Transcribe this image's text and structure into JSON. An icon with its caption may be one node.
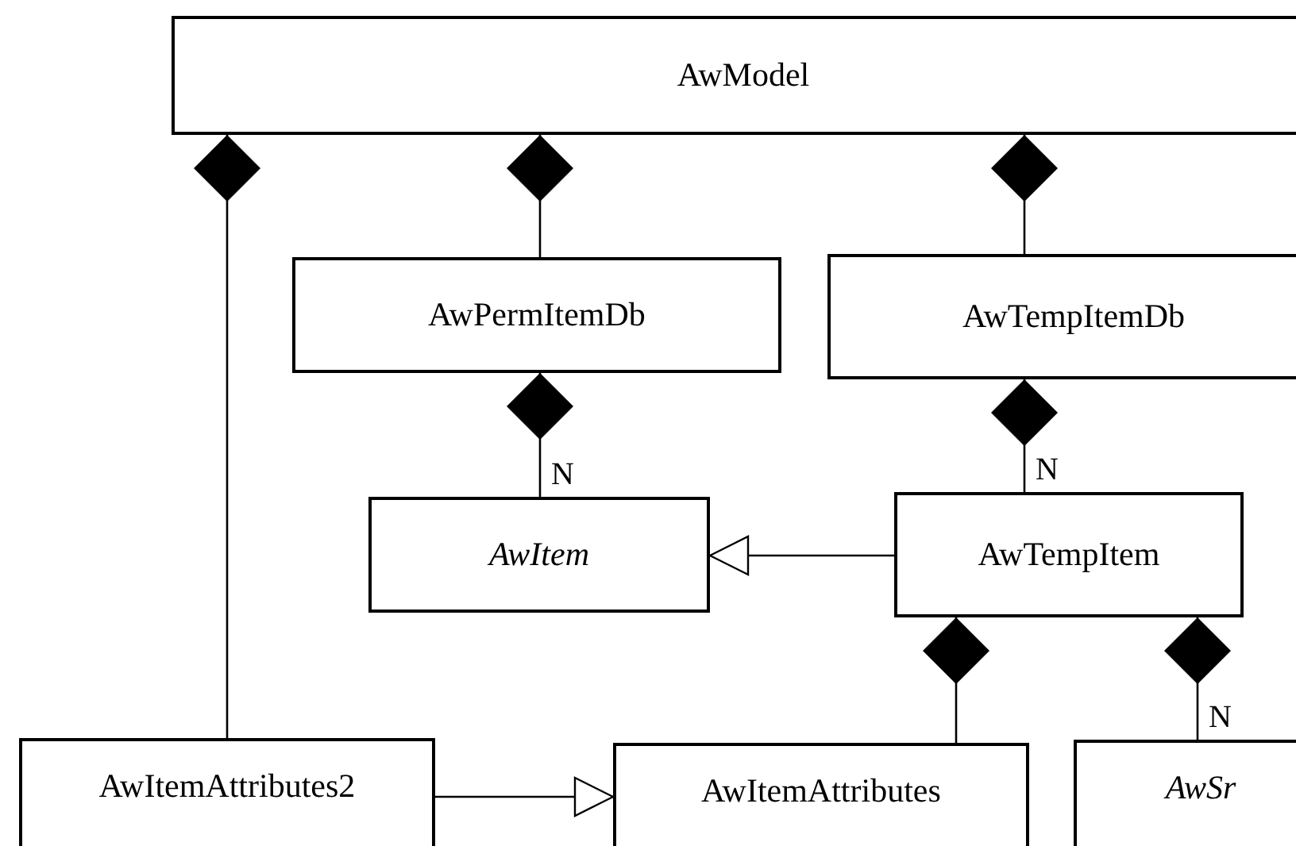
{
  "diagram": {
    "nodes": [
      {
        "text": [
          "AwModel"
        ]
      },
      {
        "text": [
          "AwPermItemDb"
        ]
      },
      {
        "text": [
          "AwTempItemDb"
        ]
      },
      {
        "text": [
          "AwItem"
        ]
      },
      {
        "text": [
          "AwTempItem"
        ]
      },
      {
        "text": [
          "AwItemAttributes2"
        ]
      },
      {
        "text": [
          "AwItemAttributes"
        ]
      },
      {
        "text": [
          "AwSr"
        ]
      }
    ],
    "edges": [
      {
        "from": 0,
        "to": 1,
        "arrow": "other"
      },
      {
        "from": 0,
        "to": 2,
        "arrow": "other"
      },
      {
        "from": 0,
        "to": 5,
        "arrow": "other"
      },
      {
        "from": 1,
        "to": 3,
        "arrow": "other",
        "label": "N"
      },
      {
        "from": 2,
        "to": 4,
        "arrow": "other",
        "label": "N"
      },
      {
        "from": 4,
        "to": 3,
        "arrow": "to"
      },
      {
        "from": 4,
        "to": 6,
        "arrow": "other"
      },
      {
        "from": 4,
        "to": 7,
        "arrow": "other",
        "label": "N"
      },
      {
        "from": 5,
        "to": 6,
        "arrow": "to"
      }
    ]
  }
}
